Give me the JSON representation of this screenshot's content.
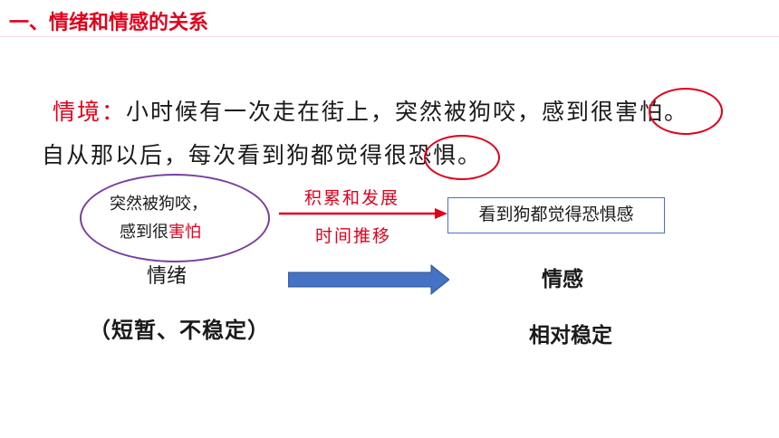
{
  "title": "一、情绪和情感的关系",
  "scenario": {
    "label": "情境：",
    "line1_text": "小时候有一次走在街上，突然被狗咬，感到很",
    "line1_highlight": "害怕",
    "line1_end": "。",
    "line2_text": "自从那以后，每次看到狗都觉得很",
    "line2_highlight": "恐惧",
    "line2_end": "。"
  },
  "diagram": {
    "ellipse_line1": "突然被狗咬，",
    "ellipse_line2_prefix": "感到很",
    "ellipse_line2_highlight": "害怕",
    "arrow_label_top": "积累和发展",
    "arrow_label_bottom": "时间推移",
    "result_box": "看到狗都觉得恐惧感",
    "left_word": "情绪",
    "right_word": "情感",
    "left_note": "（短暂、不稳定）",
    "right_note": "相对稳定"
  },
  "colors": {
    "accent_red": "#e0001b",
    "ellipse_purple": "#7a3fa0",
    "box_blue": "#4472c4",
    "arrow_blue": "#4472c4"
  }
}
